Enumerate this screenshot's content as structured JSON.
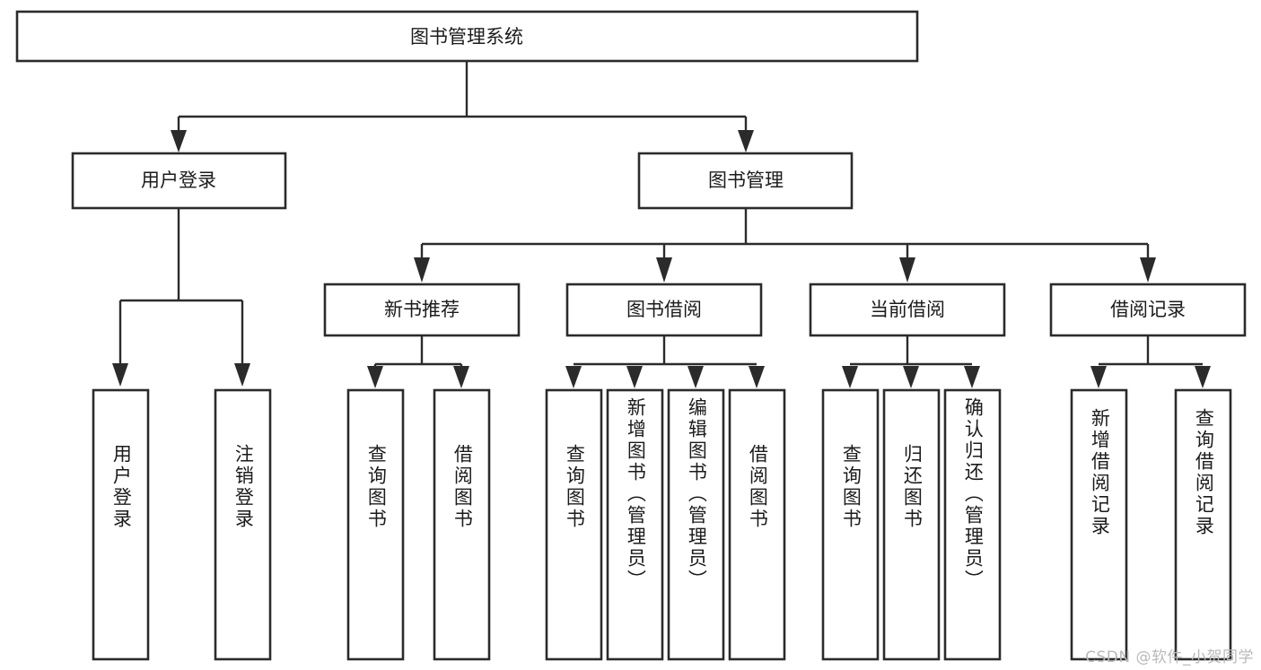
{
  "diagram": {
    "type": "tree",
    "title": "图书管理系统",
    "watermark": "CSDN @软件_小贺同学",
    "colors": {
      "box_stroke": "#2b2b2b",
      "box_fill": "#ffffff",
      "text": "#1b1b1b",
      "background": "#ffffff",
      "watermark": "#b9b9b9"
    },
    "levels": {
      "root": {
        "label": "图书管理系统"
      },
      "level2": [
        {
          "label": "用户登录"
        },
        {
          "label": "图书管理"
        }
      ],
      "level3": [
        {
          "label": "新书推荐"
        },
        {
          "label": "图书借阅"
        },
        {
          "label": "当前借阅"
        },
        {
          "label": "借阅记录"
        }
      ]
    },
    "leaves": {
      "user_login": [
        {
          "label": "用户登录"
        },
        {
          "label": "注销登录"
        }
      ],
      "new_book_recommend": [
        {
          "label": "查询图书"
        },
        {
          "label": "借阅图书"
        }
      ],
      "book_borrow": [
        {
          "label": "查询图书"
        },
        {
          "label": "新增图书（管理员）"
        },
        {
          "label": "编辑图书（管理员）"
        },
        {
          "label": "借阅图书"
        }
      ],
      "current_borrow": [
        {
          "label": "查询图书"
        },
        {
          "label": "归还图书"
        },
        {
          "label": "确认归还（管理员）"
        }
      ],
      "borrow_record": [
        {
          "label": "新增借阅记录"
        },
        {
          "label": "查询借阅记录"
        }
      ]
    }
  }
}
